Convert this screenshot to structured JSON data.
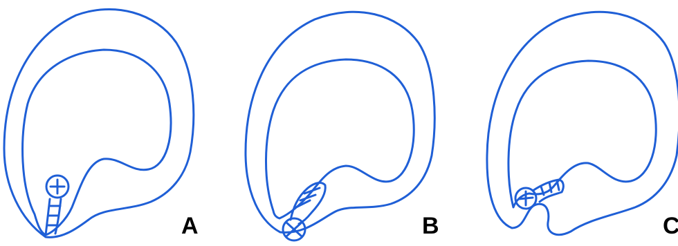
{
  "panels": [
    {
      "label": "A"
    },
    {
      "label": "B"
    },
    {
      "label": "C"
    }
  ],
  "colors": {
    "ink": "#1f5fd6",
    "label": "#000000",
    "background": "#ffffff"
  }
}
